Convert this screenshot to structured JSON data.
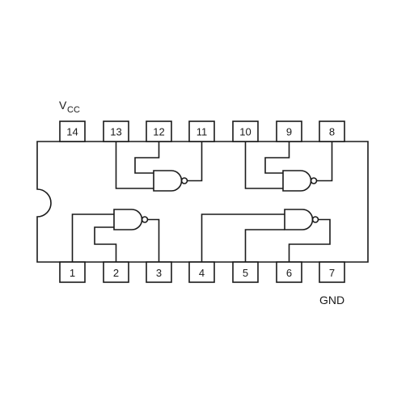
{
  "pins_top": [
    "14",
    "13",
    "12",
    "11",
    "10",
    "9",
    "8"
  ],
  "pins_bottom": [
    "1",
    "2",
    "3",
    "4",
    "5",
    "6",
    "7"
  ],
  "labels": {
    "vcc_main": "V",
    "vcc_sub": "CC",
    "gnd": "GND"
  },
  "gates": [
    {
      "id": "gate-top-left",
      "inputs": [
        "13",
        "12"
      ],
      "output": "11"
    },
    {
      "id": "gate-top-right",
      "inputs": [
        "10",
        "9"
      ],
      "output": "8"
    },
    {
      "id": "gate-bottom-left",
      "inputs": [
        "1",
        "2"
      ],
      "output": "3"
    },
    {
      "id": "gate-bottom-right",
      "inputs": [
        "4",
        "5"
      ],
      "output": "6"
    }
  ]
}
